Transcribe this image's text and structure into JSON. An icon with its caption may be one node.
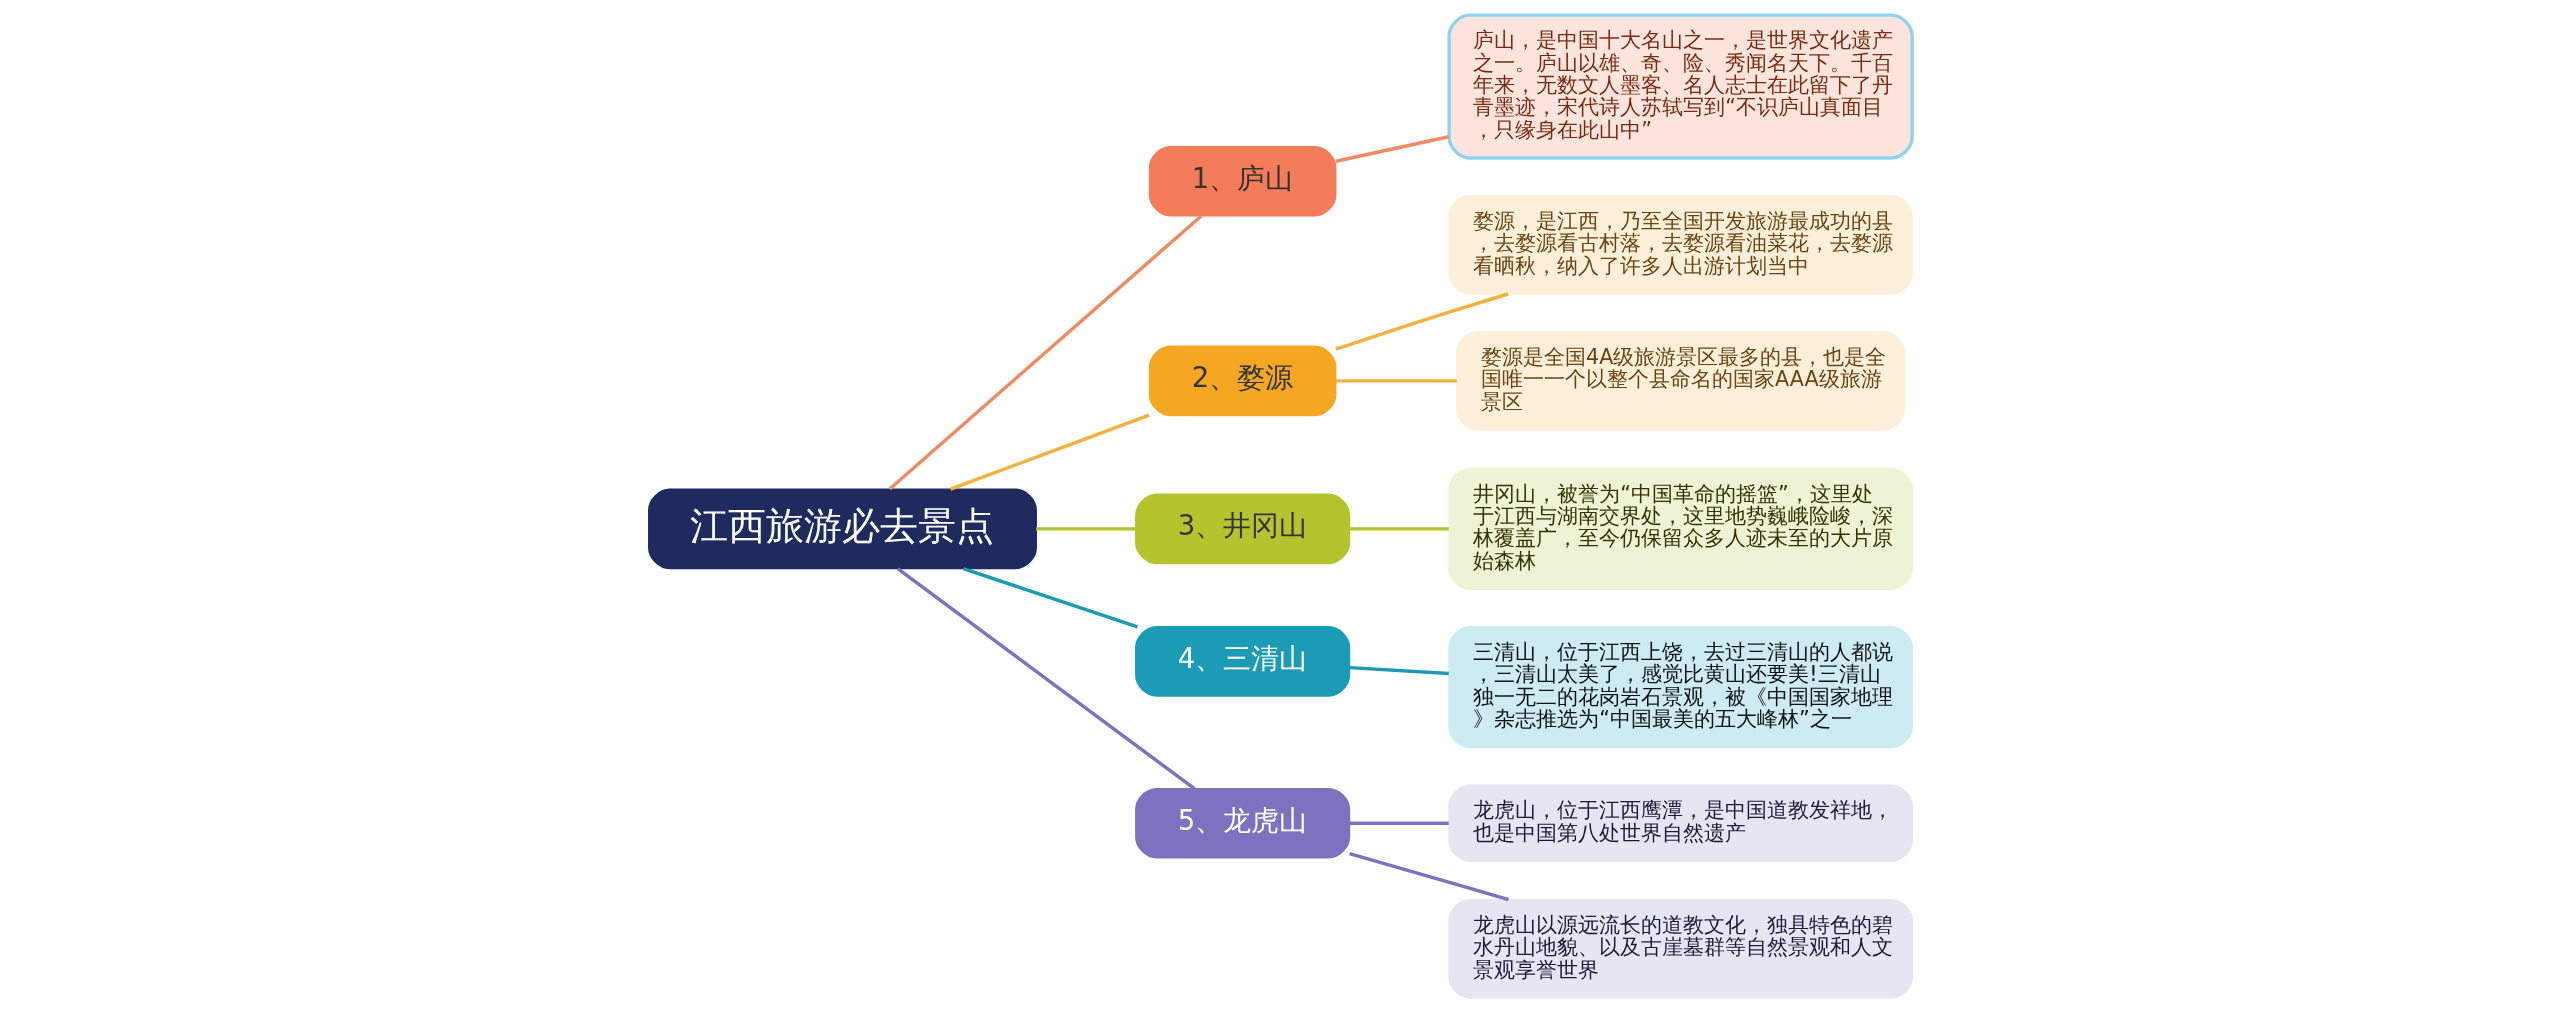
{
  "diagram": {
    "nodes": [
      {
        "text": [
          "江西旅游必去景点"
        ]
      },
      {
        "text": [
          "1、庐山"
        ]
      },
      {
        "text": [
          "庐山，是中国十大名山之一，是世界文化遗产之一。庐山以雄、奇、险、秀闻名天下。千百年来，无数文人墨客、名人志士在此留下了丹青墨迹，宋代诗人苏轼写到“不识庐山真面目，只缘身在此山中”"
        ]
      },
      {
        "text": [
          "2、婺源"
        ]
      },
      {
        "text": [
          "婺源，是江西，乃至全国开发旅游最成功的县，去婺源看古村落，去婺源看油菜花，去婺源看晒秋，纳入了许多人出游计划当中"
        ]
      },
      {
        "text": [
          "婺源是全国4A级旅游景区最多的县，也是全国唯一一个以整个县命名的国家AAA级旅游景区"
        ]
      },
      {
        "text": [
          "3、井冈山"
        ]
      },
      {
        "text": [
          "井冈山，被誉为“中国革命的摇篮”，这里处于江西与湖南交界处，这里地势巍峨险峻，深林覆盖广，至今仍保留众多人迹未至的大片原始森林"
        ]
      },
      {
        "text": [
          "4、三清山"
        ]
      },
      {
        "text": [
          "三清山，位于江西上饶，去过三清山的人都说，三清山太美了，感觉比黄山还要美!三清山独一无二的花岗岩石景观，被《中国国家地理》杂志推选为“中国最美的五大峰林”之一"
        ]
      },
      {
        "text": [
          "5、龙虎山"
        ]
      },
      {
        "text": [
          "龙虎山，位于江西鹰潭，是中国道教发祥地，也是中国第八处世界自然遗产"
        ]
      },
      {
        "text": [
          "龙虎山以源远流长的道教文化，独具特色的碧水丹山地貌、以及古崖墓群等自然景观和人文景观享誉世界"
        ]
      }
    ],
    "edges": [
      {
        "from": 0,
        "to": 1,
        "arrow": "none",
        "color": "#f08a62"
      },
      {
        "from": 1,
        "to": 2,
        "arrow": "none",
        "color": "#f08a62"
      },
      {
        "from": 0,
        "to": 3,
        "arrow": "none",
        "color": "#f5b13c"
      },
      {
        "from": 3,
        "to": 4,
        "arrow": "none",
        "color": "#f5b13c"
      },
      {
        "from": 3,
        "to": 5,
        "arrow": "none",
        "color": "#f5b13c"
      },
      {
        "from": 0,
        "to": 6,
        "arrow": "none",
        "color": "#b5c42e"
      },
      {
        "from": 6,
        "to": 7,
        "arrow": "none",
        "color": "#b5c42e"
      },
      {
        "from": 0,
        "to": 8,
        "arrow": "none",
        "color": "#1b9bb5"
      },
      {
        "from": 8,
        "to": 9,
        "arrow": "none",
        "color": "#1b9bb5"
      },
      {
        "from": 0,
        "to": 10,
        "arrow": "none",
        "color": "#7c72c0"
      },
      {
        "from": 10,
        "to": 11,
        "arrow": "none",
        "color": "#7c72c0"
      },
      {
        "from": 10,
        "to": 12,
        "arrow": "none",
        "color": "#7c72c0"
      }
    ]
  }
}
